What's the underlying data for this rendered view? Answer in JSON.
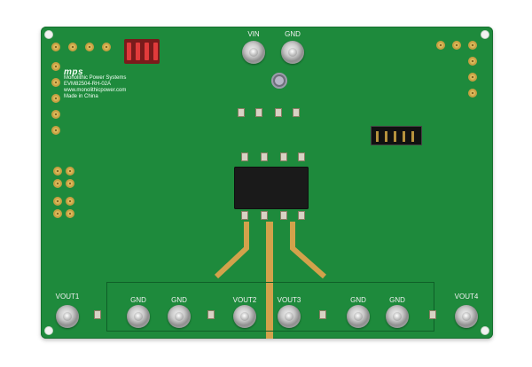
{
  "board": {
    "logo": "mps",
    "company": "Monolithic Power Systems",
    "model": "EVM82504-RH-02A",
    "website": "www.monolithicpower.com",
    "origin": "Made in China"
  },
  "terminals": {
    "vin": "VIN",
    "gnd_top": "GND",
    "vout1": "VOUT1",
    "gnd1": "GND",
    "gnd2": "GND",
    "vout2": "VOUT2",
    "vout3": "VOUT3",
    "gnd3": "GND",
    "gnd4": "GND",
    "vout4": "VOUT4"
  }
}
